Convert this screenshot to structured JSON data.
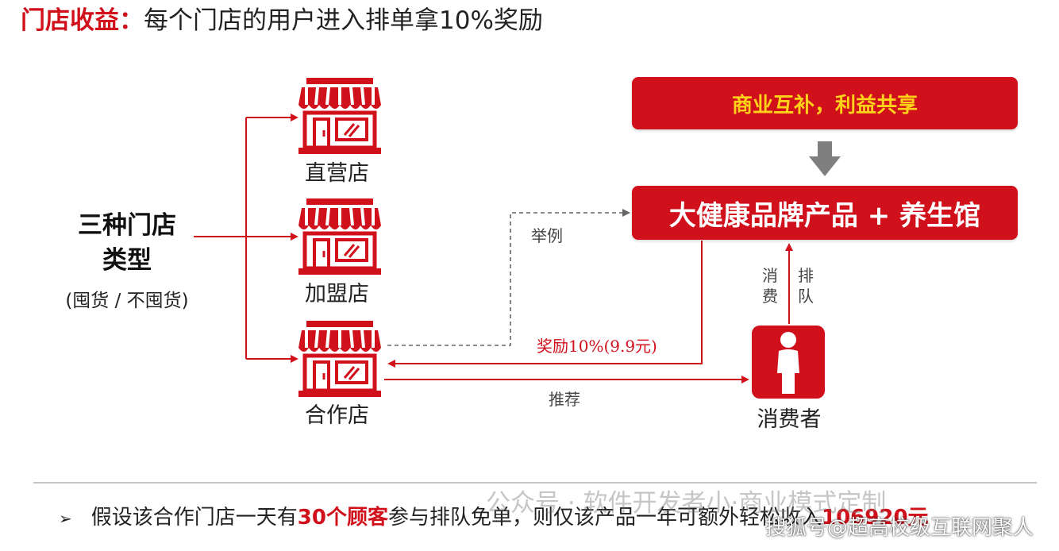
{
  "title": {
    "prefix": "门店收益：",
    "text": "每个门店的用户进入排单拿10%奖励"
  },
  "store_types": {
    "heading": "三种门店类型",
    "heading_line1": "三种门店",
    "heading_line2": "类型",
    "note": "(囤货 / 不囤货)",
    "stores": [
      {
        "label": "直营店"
      },
      {
        "label": "加盟店"
      },
      {
        "label": "合作店"
      }
    ]
  },
  "boxes": {
    "top": "商业互补，利益共享",
    "main": "大健康品牌产品 + 养生馆"
  },
  "consumer": {
    "label": "消费者"
  },
  "flows": {
    "example": "举例",
    "reward": "奖励10%(9.9元)",
    "recommend": "推荐",
    "consume": "消费",
    "queue": "排队"
  },
  "bottom": {
    "bullet": "➢",
    "text_before": "假设该合作门店一天有",
    "highlight1": "30个顾客",
    "text_mid": "参与排队免单，则仅该产品一年可额外轻松收入",
    "highlight2": "106920元"
  },
  "watermarks": {
    "wm1": "公众号 · 软件开发者小·商业模式定制",
    "wm2": "搜狐号@超高校级互联网聚人"
  },
  "colors": {
    "brand_red": "#d0101b",
    "slogan_yellow": "#ffd21a",
    "arrow_gray": "#888888"
  }
}
